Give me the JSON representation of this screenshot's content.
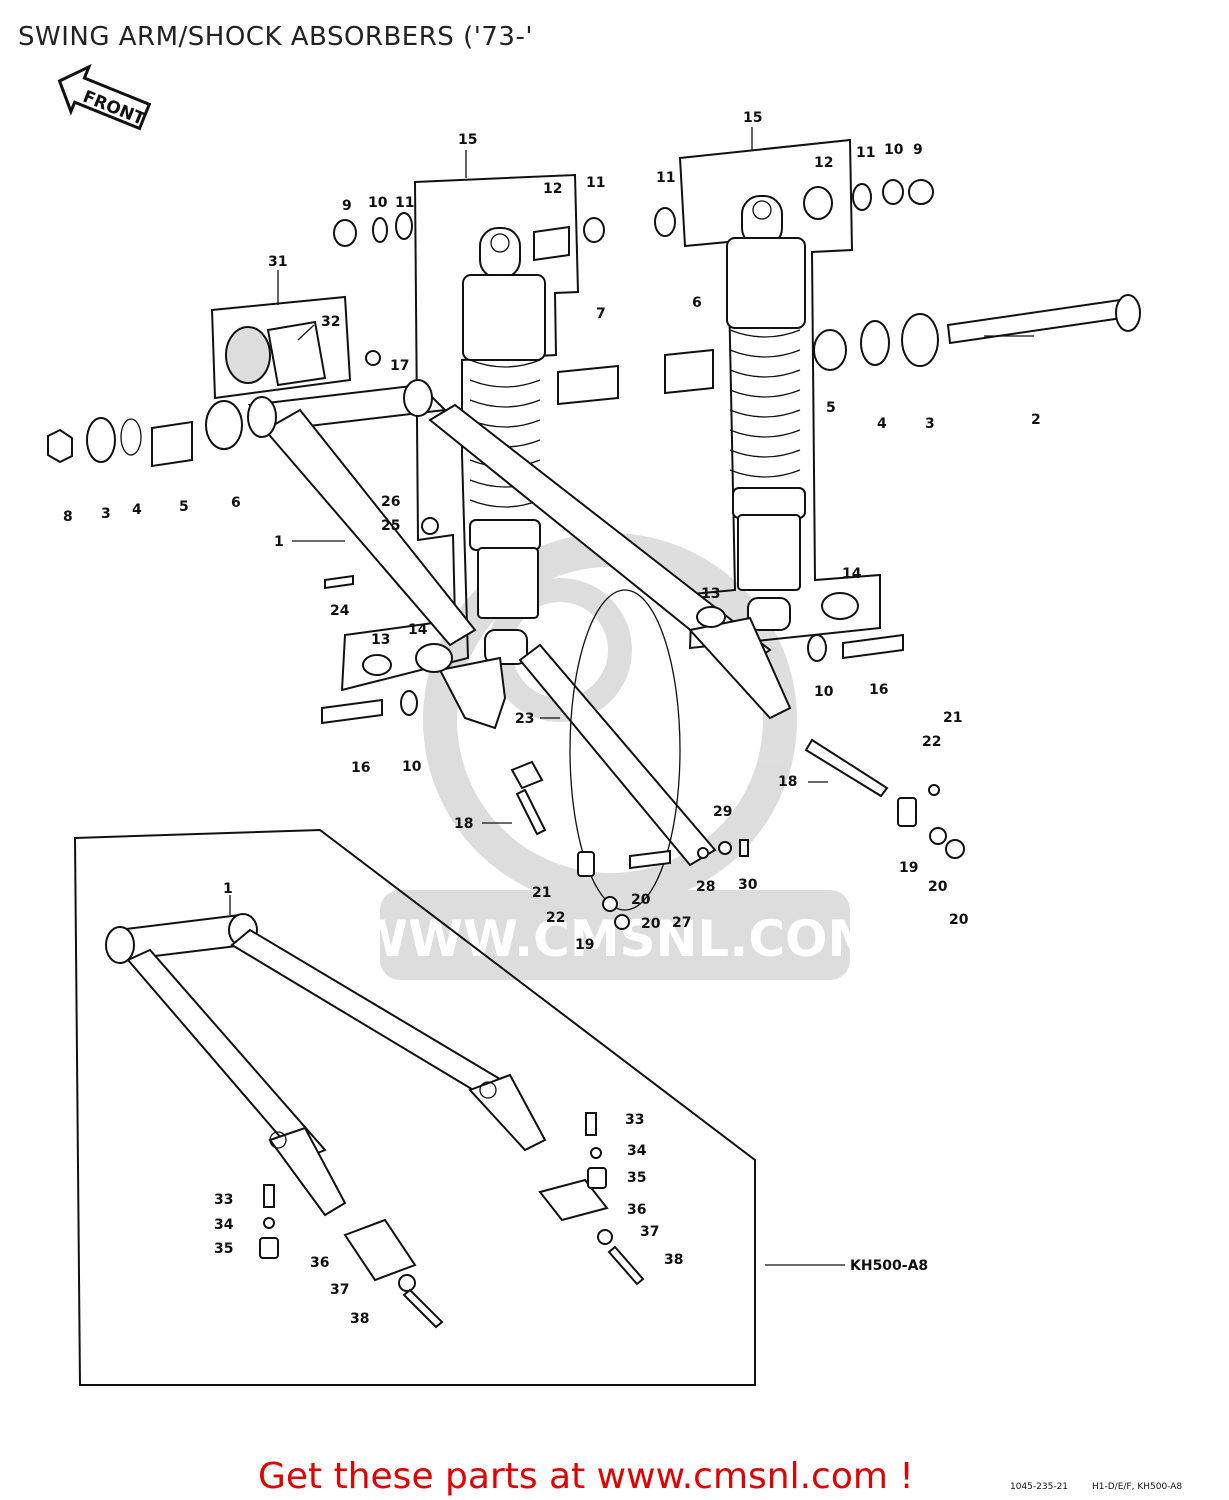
{
  "title": "SWING ARM/SHOCK ABSORBERS ('73-'",
  "front_label": "FRONT",
  "variant_label": "KH500-A8",
  "watermark": "WWW.CMSNL.COM",
  "promo_text": "Get these parts at www.cmsnl.com !",
  "ref_code": "1045-235-21",
  "ref_models": "H1-D/E/F, KH500-A8",
  "callouts": {
    "c1": "1",
    "c2": "2",
    "c3": "3",
    "c4": "4",
    "c5": "5",
    "c6": "6",
    "c7": "7",
    "c8": "8",
    "c9": "9",
    "c10": "10",
    "c11": "11",
    "c12": "12",
    "c13": "13",
    "c14": "14",
    "c15": "15",
    "c16": "16",
    "c17": "17",
    "c18": "18",
    "c19": "19",
    "c20": "20",
    "c21": "21",
    "c22": "22",
    "c23": "23",
    "c24": "24",
    "c25": "25",
    "c26": "26",
    "c27": "27",
    "c28": "28",
    "c29": "29",
    "c30": "30",
    "c31": "31",
    "c32": "32",
    "c33": "33",
    "c34": "34",
    "c35": "35",
    "c36": "36",
    "c37": "37",
    "c38": "38"
  }
}
